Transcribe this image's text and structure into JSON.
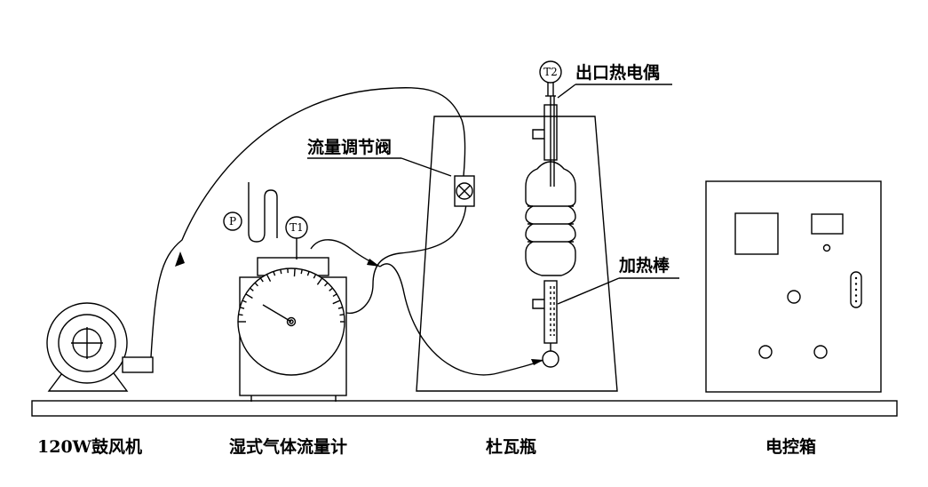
{
  "labels": {
    "blower": "120W鼓风机",
    "gas_meter": "湿式气体流量计",
    "dewar": "杜瓦瓶",
    "control_box": "电控箱",
    "flow_valve": "流量调节阀",
    "outlet_thermocouple": "出口热电偶",
    "heating_rod": "加热棒"
  },
  "markers": {
    "pressure": "P",
    "temp_inlet": "T1",
    "temp_outlet": "T2"
  },
  "colors": {
    "line": "#000000",
    "background": "#ffffff"
  }
}
